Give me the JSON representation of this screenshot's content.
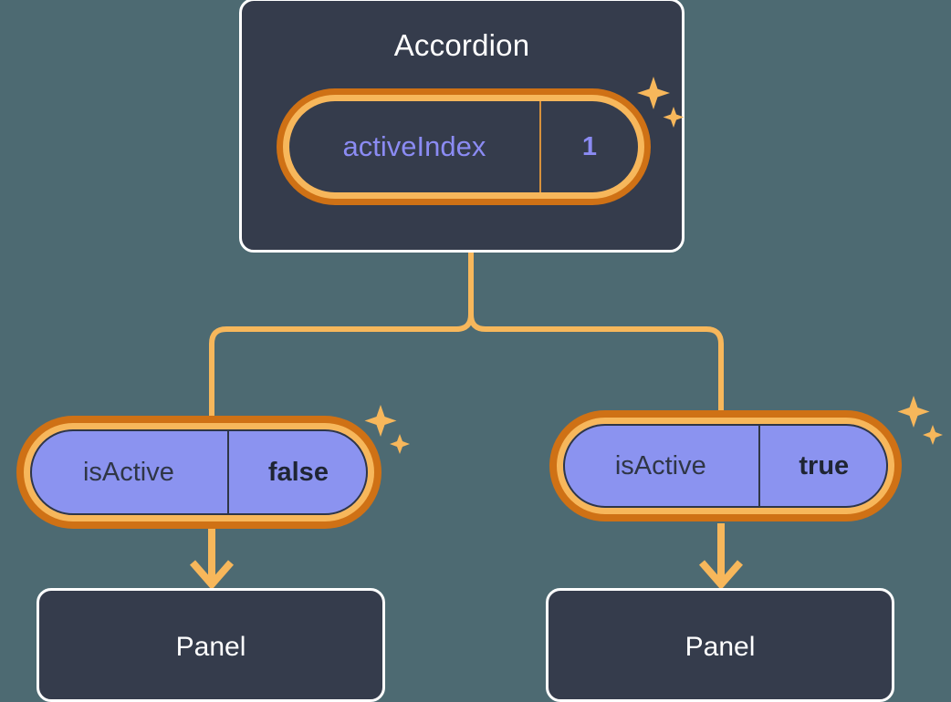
{
  "background_color": "#4d6a72",
  "palette": {
    "card_bg": "#353c4c",
    "card_border": "#ffffff",
    "pill_border_light": "#f7b75b",
    "pill_border_dark": "#cf7115",
    "pill_purple_bg": "#8b93f0",
    "accent_lavender": "#8b8bf3",
    "connector": "#f7b75b",
    "text_dark": "#2f3646"
  },
  "diagram": {
    "type": "component-tree",
    "root": {
      "title": "Accordion",
      "prop": {
        "key": "activeIndex",
        "value": "1",
        "style": "dark"
      },
      "sparkle_icon": "sparkles-icon"
    },
    "children": [
      {
        "prop": {
          "key": "isActive",
          "value": "false",
          "style": "purple"
        },
        "sparkle_icon": "sparkles-icon",
        "panel": {
          "title": "Panel"
        }
      },
      {
        "prop": {
          "key": "isActive",
          "value": "true",
          "style": "purple"
        },
        "sparkle_icon": "sparkles-icon",
        "panel": {
          "title": "Panel"
        }
      }
    ]
  }
}
